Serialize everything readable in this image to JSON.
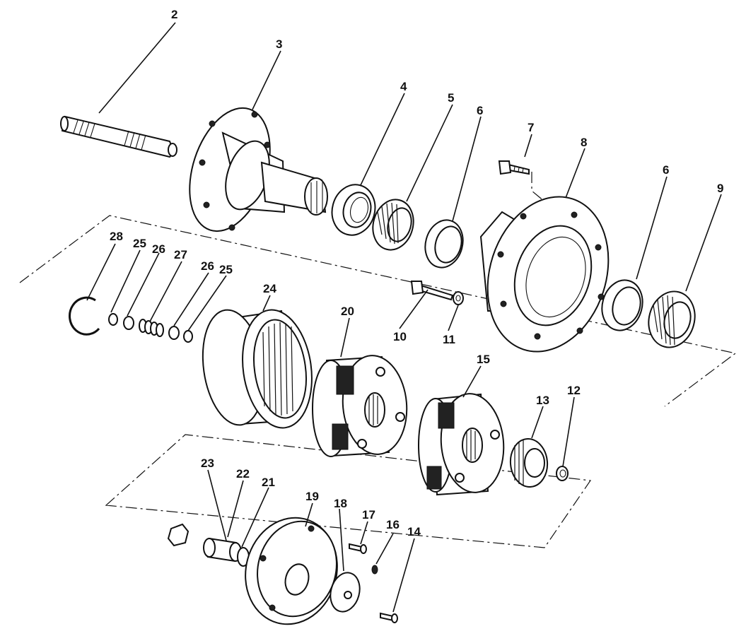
{
  "labels": {
    "l2": "2",
    "l3": "3",
    "l4": "4",
    "l5": "5",
    "l6a": "6",
    "l6b": "6",
    "l7": "7",
    "l8": "8",
    "l9": "9",
    "l10": "10",
    "l11": "11",
    "l12": "12",
    "l13": "13",
    "l14": "14",
    "l15": "15",
    "l16": "16",
    "l17": "17",
    "l18": "18",
    "l19": "19",
    "l20": "20",
    "l21": "21",
    "l22": "22",
    "l23": "23",
    "l24": "24",
    "l25a": "25",
    "l25b": "25",
    "l26a": "26",
    "l26b": "26",
    "l27": "27",
    "l28": "28"
  },
  "colors": {
    "ink": "#111111",
    "paper": "#ffffff"
  }
}
